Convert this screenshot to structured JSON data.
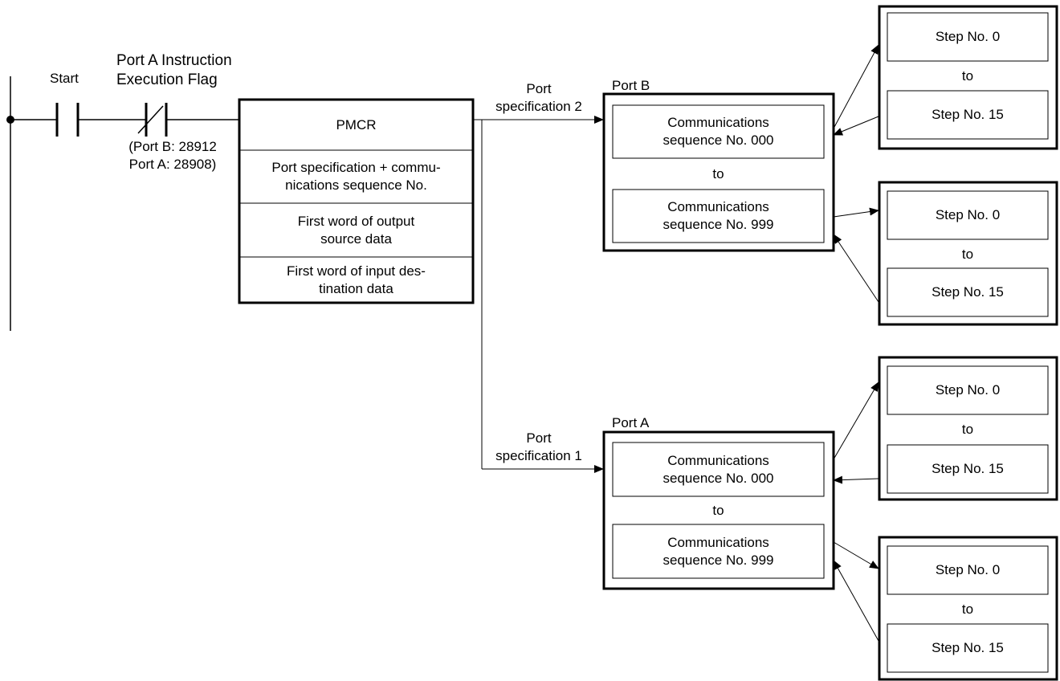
{
  "ladder": {
    "start_label": "Start",
    "flag_label": "Port A Instruction\nExecution Flag",
    "flag_note": "(Port B: 28912\nPort A: 28908)"
  },
  "pmcr": {
    "title": "PMCR",
    "rows": [
      "Port specification + commu-\nnications sequence No.",
      "First word of output\nsource data",
      "First word of input des-\ntination data"
    ]
  },
  "port_b": {
    "title": "Port B",
    "arrow_label": "Port\nspecification 2",
    "seq_first": "Communications\nsequence No. 000",
    "to": "to",
    "seq_last": "Communications\nsequence No. 999",
    "steps": [
      {
        "first": "Step No. 0",
        "to": "to",
        "last": "Step No. 15"
      },
      {
        "first": "Step No. 0",
        "to": "to",
        "last": "Step No. 15"
      }
    ]
  },
  "port_a": {
    "title": "Port A",
    "arrow_label": "Port\nspecification 1",
    "seq_first": "Communications\nsequence No. 000",
    "to": "to",
    "seq_last": "Communications\nsequence No. 999",
    "steps": [
      {
        "first": "Step No. 0",
        "to": "to",
        "last": "Step No. 15"
      },
      {
        "first": "Step No. 0",
        "to": "to",
        "last": "Step No. 15"
      }
    ]
  }
}
